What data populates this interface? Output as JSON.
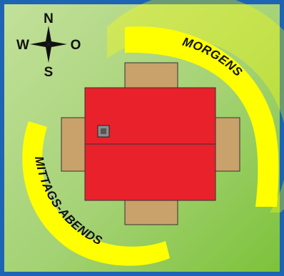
{
  "compass": {
    "north": "N",
    "south": "S",
    "west": "W",
    "east": "O"
  },
  "arcs": {
    "morning_label": "MORGENS",
    "afternoon_label": "MITTAGS-ABENDS"
  },
  "colors": {
    "frame": "#1e64b4",
    "lawn_light": "#b9dc8c",
    "lawn_dark": "#7fc23c",
    "sun_arc": "#ffff00",
    "house": "#e8212b",
    "terrace": "#c8a26a"
  }
}
